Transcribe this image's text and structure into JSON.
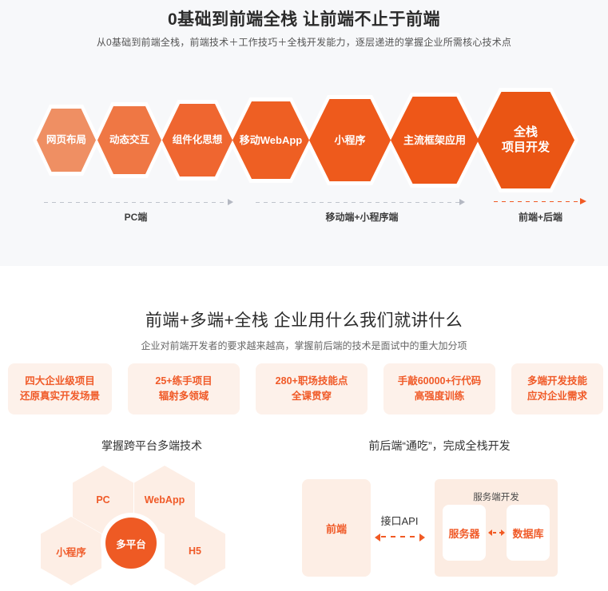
{
  "section1": {
    "title": "0基础到前端全栈 让前端不止于前端",
    "subtitle": "从0基础到前端全栈，前端技术＋工作技巧＋全栈开发能力，逐层递进的掌握企业所需核心技术点",
    "hexagons": [
      {
        "label": "网页布局",
        "color": "#ef8f63"
      },
      {
        "label": "动态交互",
        "color": "#ef7744"
      },
      {
        "label": "组件化思想",
        "color": "#ef6630"
      },
      {
        "label": "移动WebApp",
        "color": "#ee5f23"
      },
      {
        "label": "小程序",
        "color": "#ee5a1c"
      },
      {
        "label": "主流框架应用",
        "color": "#ee5718"
      },
      {
        "label": "全栈\n项目开发",
        "color": "#ea5514"
      }
    ],
    "hex_last_line1": "全栈",
    "hex_last_line2": "项目开发",
    "stages": [
      {
        "label": "PC端",
        "arrow_color": "#b4b8c2"
      },
      {
        "label": "移动端+小程序端",
        "arrow_color": "#b4b8c2"
      },
      {
        "label": "前端+后端",
        "arrow_color": "#f15a24"
      }
    ]
  },
  "section2": {
    "title": "前端+多端+全栈 企业用什么我们就讲什么",
    "subtitle": "企业对前端开发者的要求越来越高，掌握前后端的技术是面试中的重大加分项",
    "cards": [
      {
        "line1": "四大企业级项目",
        "line2": "还原真实开发场景"
      },
      {
        "line1": "25+练手项目",
        "line2": "辐射多领域"
      },
      {
        "line1": "280+职场技能点",
        "line2": "全课贯穿"
      },
      {
        "line1": "手敲60000+行代码",
        "line2": "高强度训练"
      },
      {
        "line1": "多端开发技能",
        "line2": "应对企业需求"
      }
    ],
    "left_subhead": "掌握跨平台多端技术",
    "right_subhead": "前后端“通吃”，完成全栈开发",
    "cluster": {
      "pc": "PC",
      "webapp": "WebApp",
      "miniprogram": "小程序",
      "center": "多平台",
      "h5": "H5"
    },
    "architecture": {
      "frontend": "前端",
      "api_label": "接口API",
      "server_panel_title": "服务端开发",
      "server": "服务器",
      "database": "数据库"
    }
  },
  "theme": {
    "accent": "#f15a24",
    "accent_dark": "#ea5514",
    "card_bg": "#fdf1ea",
    "section1_bg": "#f7f8fa",
    "title_color": "#2b2b2b"
  }
}
